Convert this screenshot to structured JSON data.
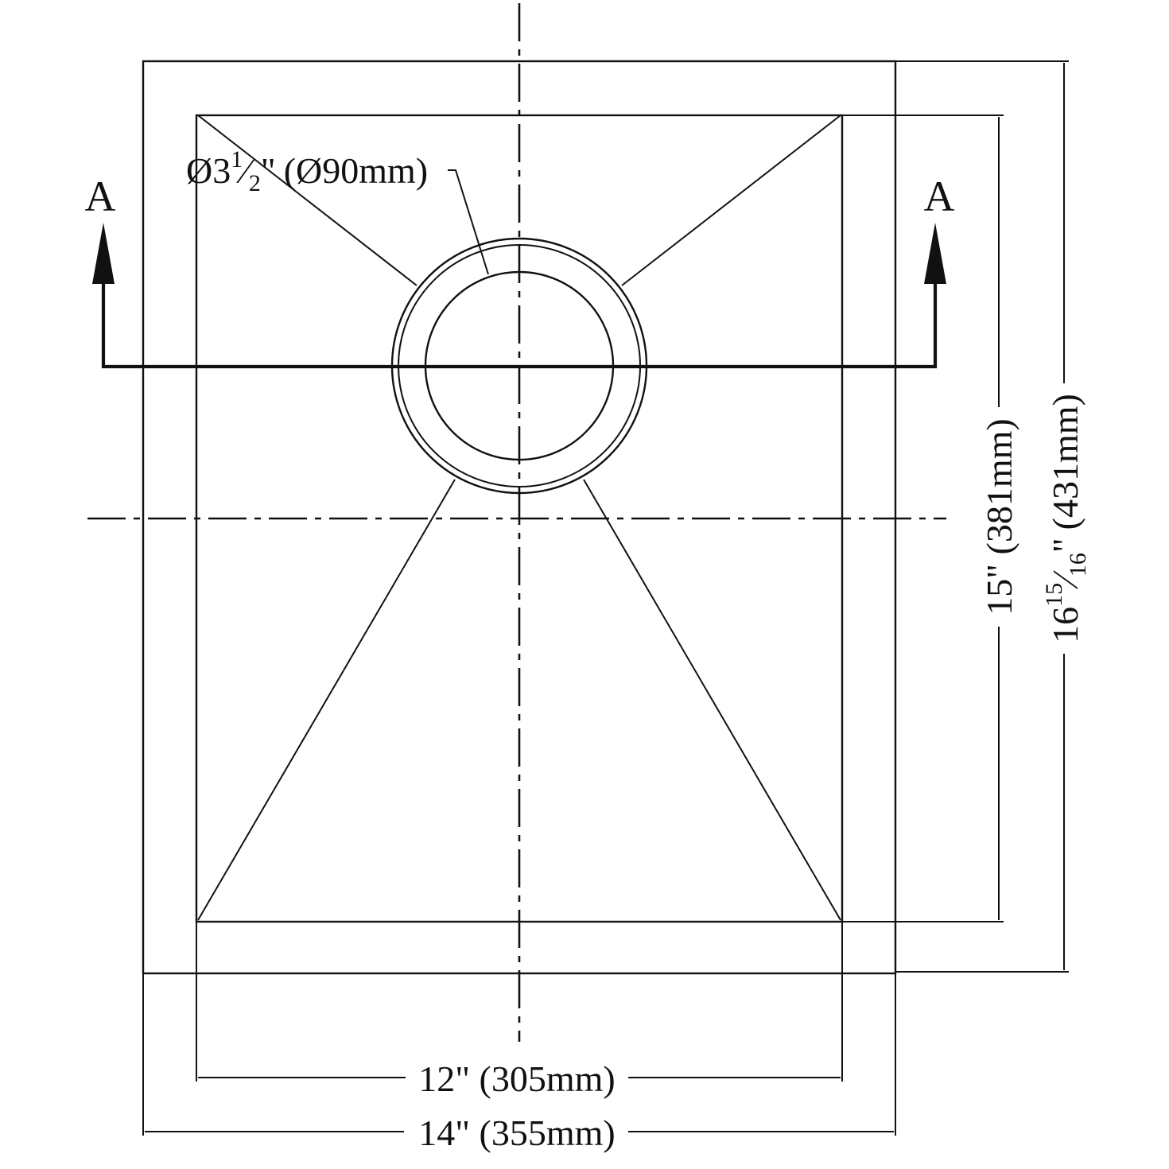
{
  "section_marker": {
    "left": "A",
    "right": "A"
  },
  "labels": {
    "drain": {
      "symbol": "Ø3",
      "fraction_num": "1",
      "fraction_den": "2",
      "inch_mark": "\"",
      "metric": "(Ø90mm)"
    },
    "inner_width": "12\" (305mm)",
    "outer_width": "14\" (355mm)",
    "inner_length": "15\" (381mm)",
    "outer_length": {
      "whole": "16",
      "fraction_num": "15",
      "fraction_den": "16",
      "inch_mark": "\"",
      "metric": "(431mm)"
    }
  },
  "colors": {
    "line": "#111111",
    "background": "#ffffff"
  }
}
